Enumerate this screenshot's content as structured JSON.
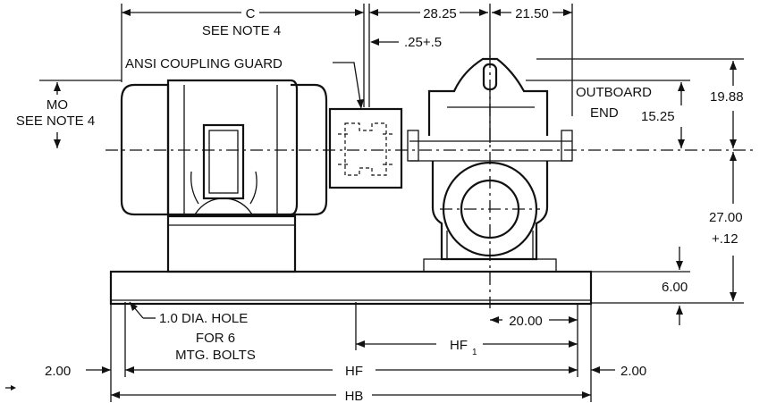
{
  "labels": {
    "c": "C",
    "see_note_4_top": "SEE NOTE 4",
    "dim_28_25": "28.25",
    "dim_21_50": "21.50",
    "dim_25_5": ".25+.5",
    "coupling_guard": "ANSI COUPLING GUARD",
    "mo": "MO",
    "see_note_4_left": "SEE NOTE 4",
    "outboard": "OUTBOARD",
    "end": "END",
    "dim_19_88": "19.88",
    "dim_15_25": "15.25",
    "dim_27_00": "27.00",
    "dim_12": "+.12",
    "dim_6_00": "6.00",
    "hole_line1": "1.0 DIA. HOLE",
    "hole_line2": "FOR 6",
    "hole_line3": "MTG. BOLTS",
    "dim_20_00": "20.00",
    "hf1": "HF",
    "hf1_sub": "1",
    "dim_2_00_left": "2.00",
    "hf": "HF",
    "dim_2_00_right": "2.00",
    "hb": "HB"
  }
}
